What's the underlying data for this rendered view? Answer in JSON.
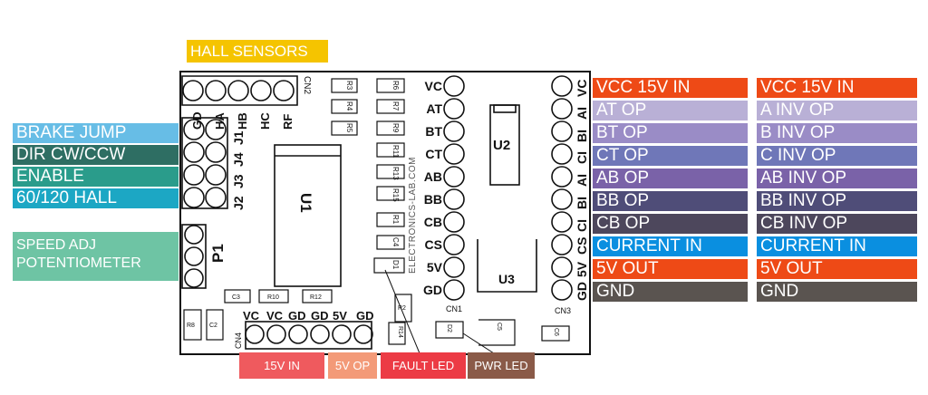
{
  "top_label": {
    "text": "HALL SENSORS",
    "color": "#f5c400"
  },
  "left_labels": [
    {
      "text": "BRAKE JUMP",
      "color": "#67bde6"
    },
    {
      "text": "DIR CW/CCW",
      "color": "#2e6e63"
    },
    {
      "text": "ENABLE",
      "color": "#2a9c8b"
    },
    {
      "text": "60/120 HALL",
      "color": "#1ca7c4"
    }
  ],
  "speed_label": {
    "line1": "SPEED ADJ",
    "line2": "POTENTIOMETER",
    "color": "#6ec4a4"
  },
  "right_col1": [
    {
      "text": "VCC 15V IN",
      "color": "#ee4a16"
    },
    {
      "text": "AT OP",
      "color": "#b9b0d6"
    },
    {
      "text": "BT OP",
      "color": "#9a8cc6"
    },
    {
      "text": "CT OP",
      "color": "#6f77b8"
    },
    {
      "text": "AB OP",
      "color": "#7a62a8"
    },
    {
      "text": "BB OP",
      "color": "#4f4d78"
    },
    {
      "text": "CB OP",
      "color": "#4d475c"
    },
    {
      "text": "CURRENT IN",
      "color": "#0a8fe0"
    },
    {
      "text": "5V OUT",
      "color": "#ee4a16"
    },
    {
      "text": "GND",
      "color": "#5a5450"
    }
  ],
  "right_col2": [
    {
      "text": "VCC 15V IN",
      "color": "#ee4a16"
    },
    {
      "text": "A INV OP",
      "color": "#b9b0d6"
    },
    {
      "text": "B INV OP",
      "color": "#9a8cc6"
    },
    {
      "text": "C INV OP",
      "color": "#6f77b8"
    },
    {
      "text": "AB INV OP",
      "color": "#7a62a8"
    },
    {
      "text": "BB INV OP",
      "color": "#4f4d78"
    },
    {
      "text": "CB INV OP",
      "color": "#4d475c"
    },
    {
      "text": "CURRENT IN",
      "color": "#0a8fe0"
    },
    {
      "text": "5V OUT",
      "color": "#ee4a16"
    },
    {
      "text": "GND",
      "color": "#5a5450"
    }
  ],
  "bottom_labels": [
    {
      "text": "15V IN",
      "color": "#ef5a5e"
    },
    {
      "text": "5V OP",
      "color": "#f39a78"
    },
    {
      "text": "FAULT LED",
      "color": "#ec3b45"
    },
    {
      "text": "PWR LED",
      "color": "#8a5a48"
    }
  ],
  "board": {
    "cn2_pins": [
      "GD",
      "HA",
      "HB",
      "HC",
      "RF"
    ],
    "cn2_label": "CN2",
    "jumpers": [
      "J2",
      "J3",
      "J4",
      "J1"
    ],
    "p1_label": "P1",
    "u1_label": "U1",
    "u2_label": "U2",
    "u3_label": "U3",
    "cn1_pins": [
      "VC",
      "AT",
      "BT",
      "CT",
      "AB",
      "BB",
      "CB",
      "CS",
      "5V",
      "GD"
    ],
    "cn1_label": "CN1",
    "cn3_pins": [
      "VC",
      "AI",
      "BI",
      "CI",
      "AI",
      "BI",
      "CI",
      "CS",
      "5V",
      "GD"
    ],
    "cn3_label": "CN3",
    "cn4_pins": [
      "VC",
      "VC",
      "GD",
      "GD",
      "5V",
      "GD"
    ],
    "cn4_label": "CN4",
    "watermark": "ELECTRONICS-LAB.COM",
    "resistors_col1": [
      "R3",
      "R4",
      "R5"
    ],
    "resistors_col2": [
      "R6",
      "R7",
      "R9",
      "R11",
      "R13",
      "R15",
      "R1",
      "C4",
      "D1"
    ],
    "misc_parts": {
      "r8": "R8",
      "c2": "C2",
      "c3": "C3",
      "r10": "R10",
      "r12": "R12",
      "r2": "R2",
      "r14": "R14",
      "d2": "D2",
      "c5": "C5",
      "c6": "C6"
    }
  }
}
